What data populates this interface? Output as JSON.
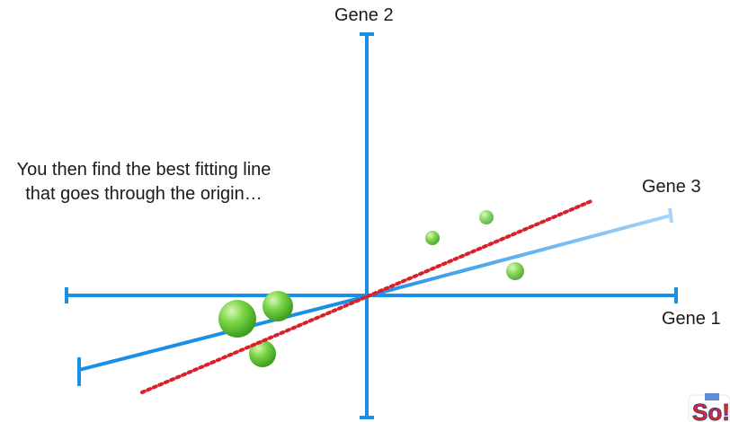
{
  "axes": {
    "gene1_label": "Gene 1",
    "gene2_label": "Gene 2",
    "gene3_label": "Gene 3"
  },
  "caption": "You then find the best fitting line that goes through the origin…",
  "colors": {
    "axis": "#1a8fe6",
    "fit_line": "#d9202a",
    "point": "#6ccd3c",
    "text": "#1a1a1a"
  },
  "logo": {
    "text": "So!"
  }
}
